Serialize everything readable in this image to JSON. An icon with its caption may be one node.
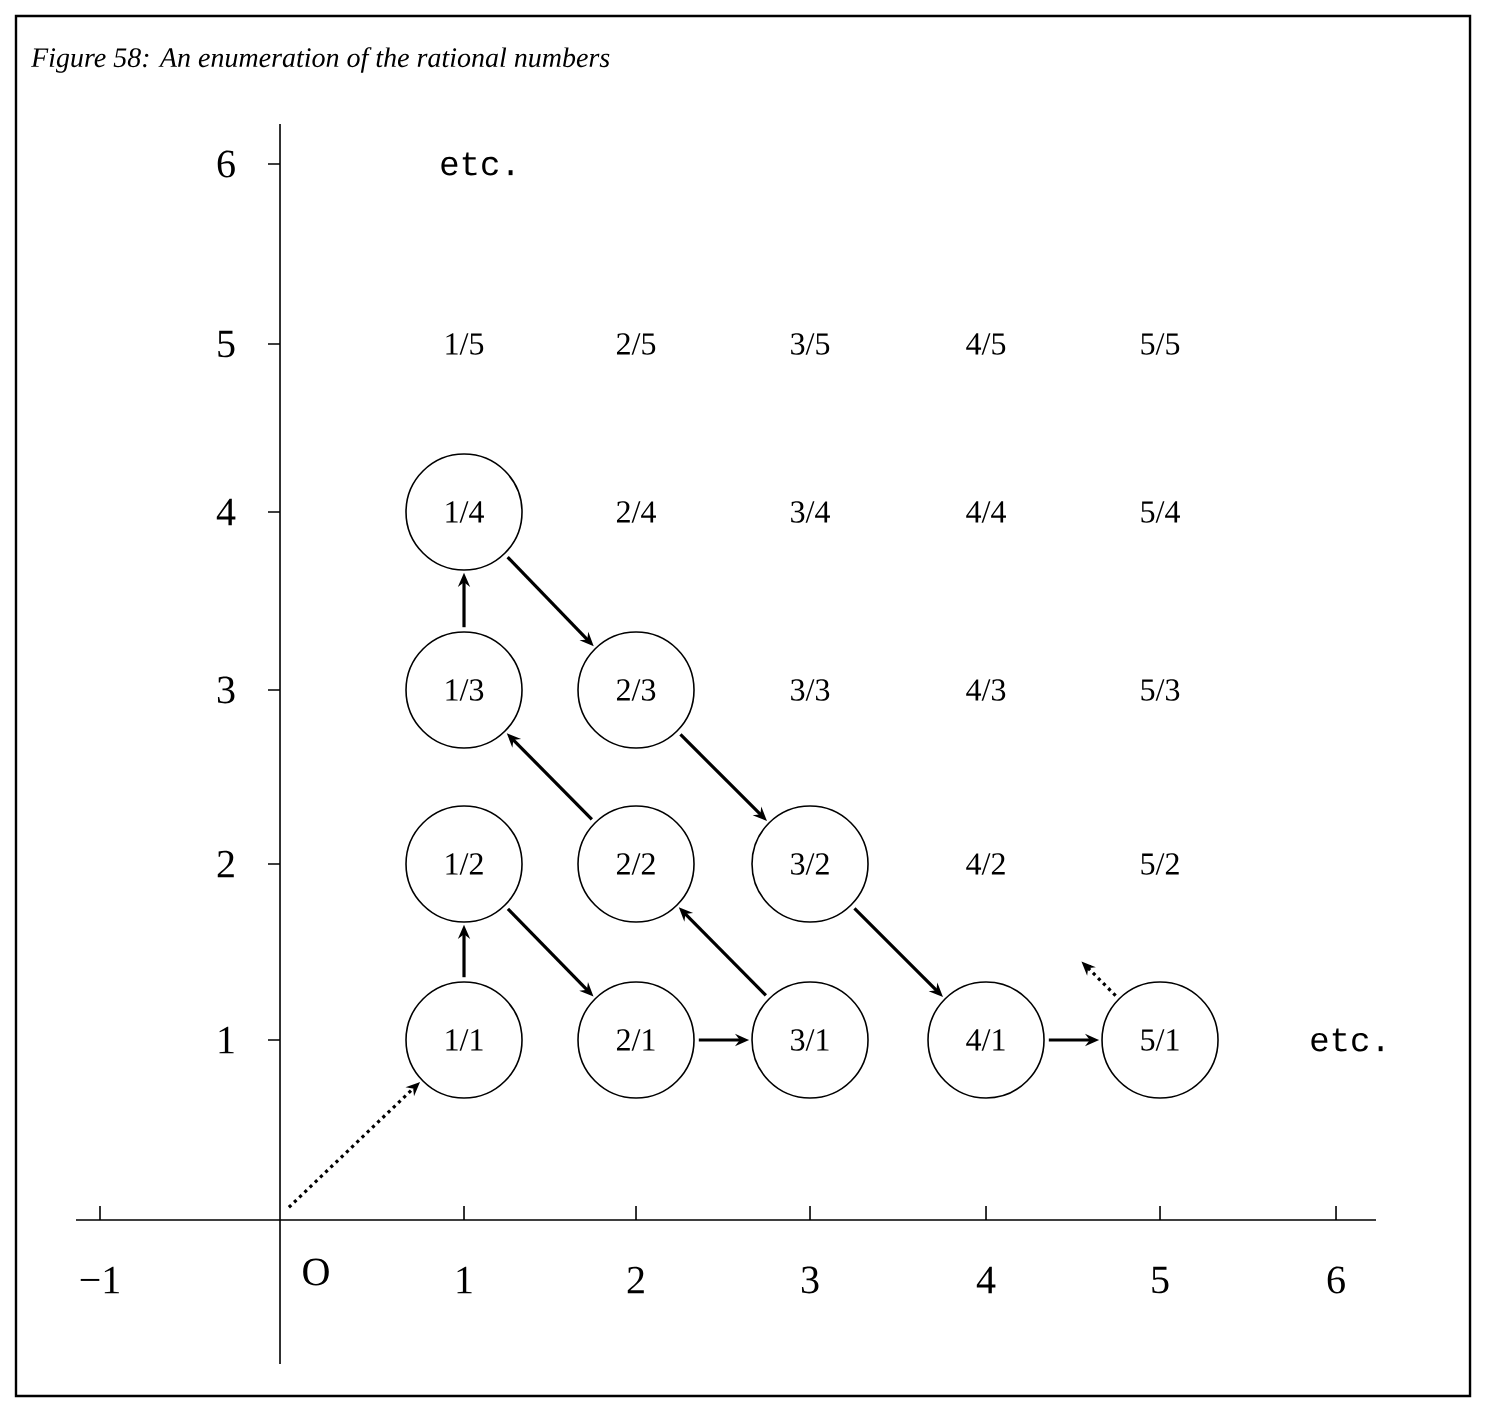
{
  "diagram": {
    "title": "Figure 58: An enumeration of the rational numbers",
    "nodes": [
      {
        "text": [
          "1/4"
        ]
      },
      {
        "text": [
          "1/3"
        ]
      },
      {
        "text": [
          "2/3"
        ]
      },
      {
        "text": [
          "1/2"
        ]
      },
      {
        "text": [
          "2/2"
        ]
      },
      {
        "text": [
          "3/2"
        ]
      },
      {
        "text": [
          "1/1"
        ]
      },
      {
        "text": [
          "2/1"
        ]
      },
      {
        "text": [
          "3/1"
        ]
      },
      {
        "text": [
          "4/1"
        ]
      },
      {
        "text": [
          "5/1"
        ]
      }
    ],
    "edges": [
      {
        "from": null,
        "to": 6,
        "arrow": "to",
        "style": "dashed"
      },
      {
        "from": 6,
        "to": 3,
        "arrow": "to"
      },
      {
        "from": 3,
        "to": 7,
        "arrow": "to"
      },
      {
        "from": 7,
        "to": 8,
        "arrow": "to"
      },
      {
        "from": 8,
        "to": 4,
        "arrow": "to"
      },
      {
        "from": 4,
        "to": 1,
        "arrow": "to"
      },
      {
        "from": 1,
        "to": 0,
        "arrow": "to"
      },
      {
        "from": 0,
        "to": 2,
        "arrow": "to"
      },
      {
        "from": 2,
        "to": 5,
        "arrow": "to"
      },
      {
        "from": 5,
        "to": 9,
        "arrow": "to"
      },
      {
        "from": 9,
        "to": 10,
        "arrow": "to"
      },
      {
        "from": 10,
        "to": null,
        "arrow": "to",
        "style": "dashed"
      }
    ],
    "labels": [
      "6",
      "etc.",
      "5",
      "1/5",
      "2/5",
      "3/5",
      "4/5",
      "5/5",
      "4",
      "2/4",
      "3/4",
      "4/4",
      "5/4",
      "3",
      "3/3",
      "4/3",
      "5/3",
      "2",
      "4/2",
      "5/2",
      "1",
      "etc.",
      "−1",
      "O",
      "1",
      "2",
      "3",
      "4",
      "5",
      "6"
    ]
  }
}
